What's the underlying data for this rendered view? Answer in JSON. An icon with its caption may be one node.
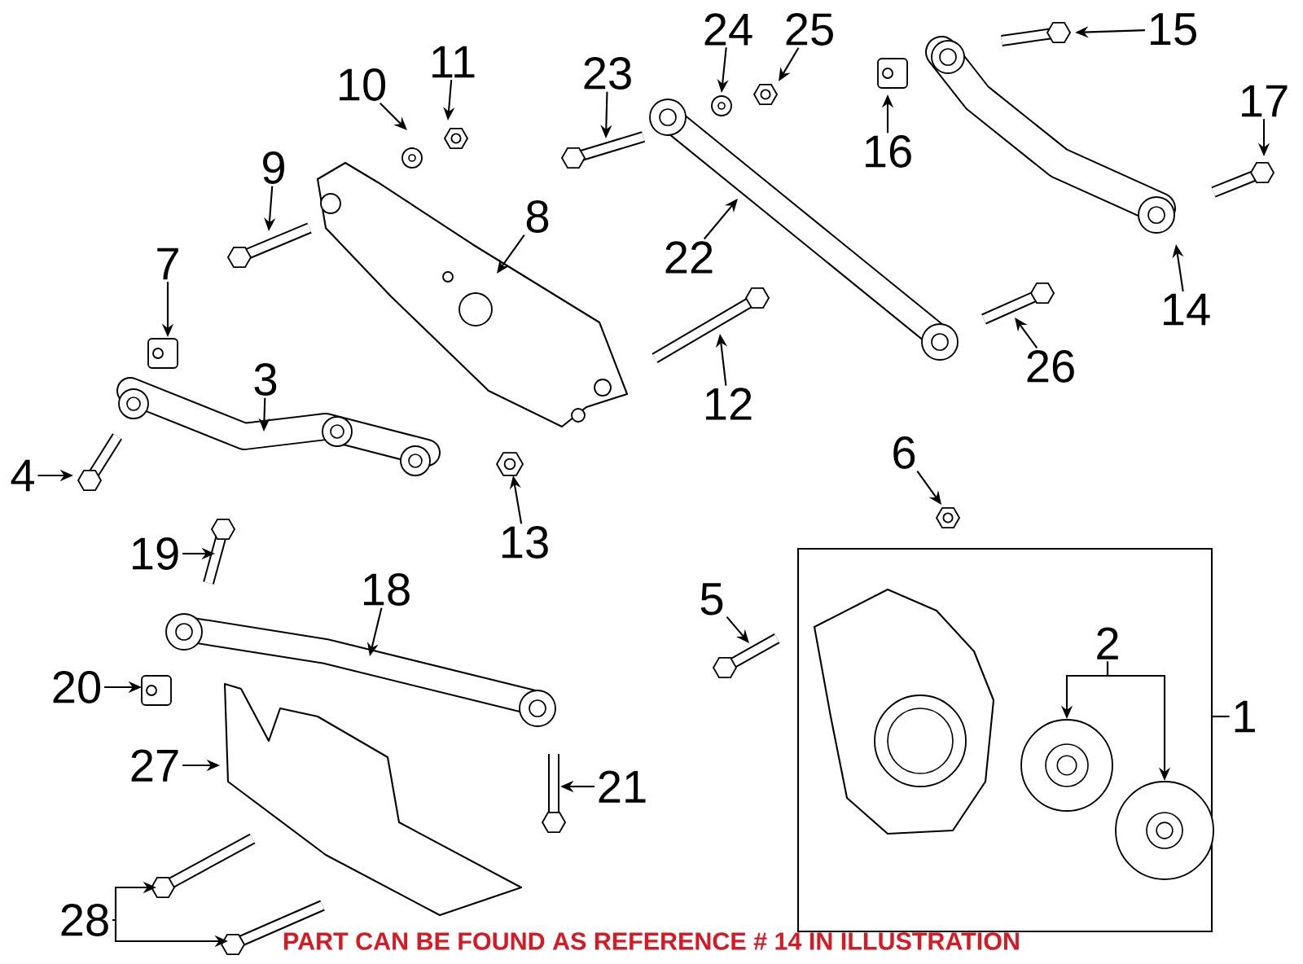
{
  "diagram": {
    "nodes": [
      {
        "text": [
          "1"
        ]
      },
      {
        "text": [
          "2"
        ],
        "in": 28
      },
      {
        "text": [
          "3"
        ]
      },
      {
        "text": [
          "4"
        ]
      },
      {
        "text": [
          "5"
        ]
      },
      {
        "text": [
          "6"
        ]
      },
      {
        "text": [
          "7"
        ]
      },
      {
        "text": [
          "8"
        ]
      },
      {
        "text": [
          "9"
        ]
      },
      {
        "text": [
          "10"
        ]
      },
      {
        "text": [
          "11"
        ]
      },
      {
        "text": [
          "12"
        ]
      },
      {
        "text": [
          "13"
        ]
      },
      {
        "text": [
          "14"
        ]
      },
      {
        "text": [
          "15"
        ]
      },
      {
        "text": [
          "16"
        ]
      },
      {
        "text": [
          "17"
        ]
      },
      {
        "text": [
          "18"
        ]
      },
      {
        "text": [
          "19"
        ]
      },
      {
        "text": [
          "20"
        ]
      },
      {
        "text": [
          "21"
        ]
      },
      {
        "text": [
          "22"
        ]
      },
      {
        "text": [
          "23"
        ]
      },
      {
        "text": [
          "24"
        ]
      },
      {
        "text": [
          "25"
        ]
      },
      {
        "text": [
          "26"
        ]
      },
      {
        "text": [
          "27"
        ]
      },
      {
        "text": [
          "28"
        ]
      },
      {
        "text": [],
        "shape": "box"
      },
      {
        "text": [],
        "shape": "picture",
        "in": 28
      },
      {
        "text": [],
        "shape": "picture",
        "in": 28
      }
    ],
    "edges": [
      {
        "from": 0,
        "to": 28,
        "arrow": "none"
      },
      {
        "from": 1,
        "to": 29,
        "arrow": "to"
      },
      {
        "from": 1,
        "to": 30,
        "arrow": "to"
      },
      {
        "from": 2,
        "to": null,
        "arrow": "to"
      },
      {
        "from": 3,
        "to": null,
        "arrow": "to"
      },
      {
        "from": 4,
        "to": null,
        "arrow": "to"
      },
      {
        "from": 5,
        "to": null,
        "arrow": "to"
      },
      {
        "from": 6,
        "to": null,
        "arrow": "to"
      },
      {
        "from": 7,
        "to": null,
        "arrow": "to"
      },
      {
        "from": 8,
        "to": null,
        "arrow": "to"
      },
      {
        "from": 9,
        "to": null,
        "arrow": "to"
      },
      {
        "from": 10,
        "to": null,
        "arrow": "to"
      },
      {
        "from": 11,
        "to": null,
        "arrow": "to"
      },
      {
        "from": 12,
        "to": null,
        "arrow": "to"
      },
      {
        "from": 13,
        "to": null,
        "arrow": "to"
      },
      {
        "from": 14,
        "to": null,
        "arrow": "to"
      },
      {
        "from": 15,
        "to": null,
        "arrow": "to"
      },
      {
        "from": 16,
        "to": null,
        "arrow": "to"
      },
      {
        "from": 17,
        "to": null,
        "arrow": "to"
      },
      {
        "from": 18,
        "to": null,
        "arrow": "to"
      },
      {
        "from": 19,
        "to": null,
        "arrow": "to"
      },
      {
        "from": 20,
        "to": null,
        "arrow": "to"
      },
      {
        "from": 21,
        "to": null,
        "arrow": "to"
      },
      {
        "from": 22,
        "to": null,
        "arrow": "to"
      },
      {
        "from": 23,
        "to": null,
        "arrow": "to"
      },
      {
        "from": 24,
        "to": null,
        "arrow": "to"
      },
      {
        "from": 25,
        "to": null,
        "arrow": "to"
      },
      {
        "from": 26,
        "to": null,
        "arrow": "to"
      },
      {
        "from": 27,
        "to": null,
        "arrow": "to"
      },
      {
        "from": 27,
        "to": null,
        "arrow": "to"
      }
    ],
    "labels": [
      "PART CAN BE FOUND AS REFERENCE # 14 IN ILLUSTRATION"
    ]
  }
}
